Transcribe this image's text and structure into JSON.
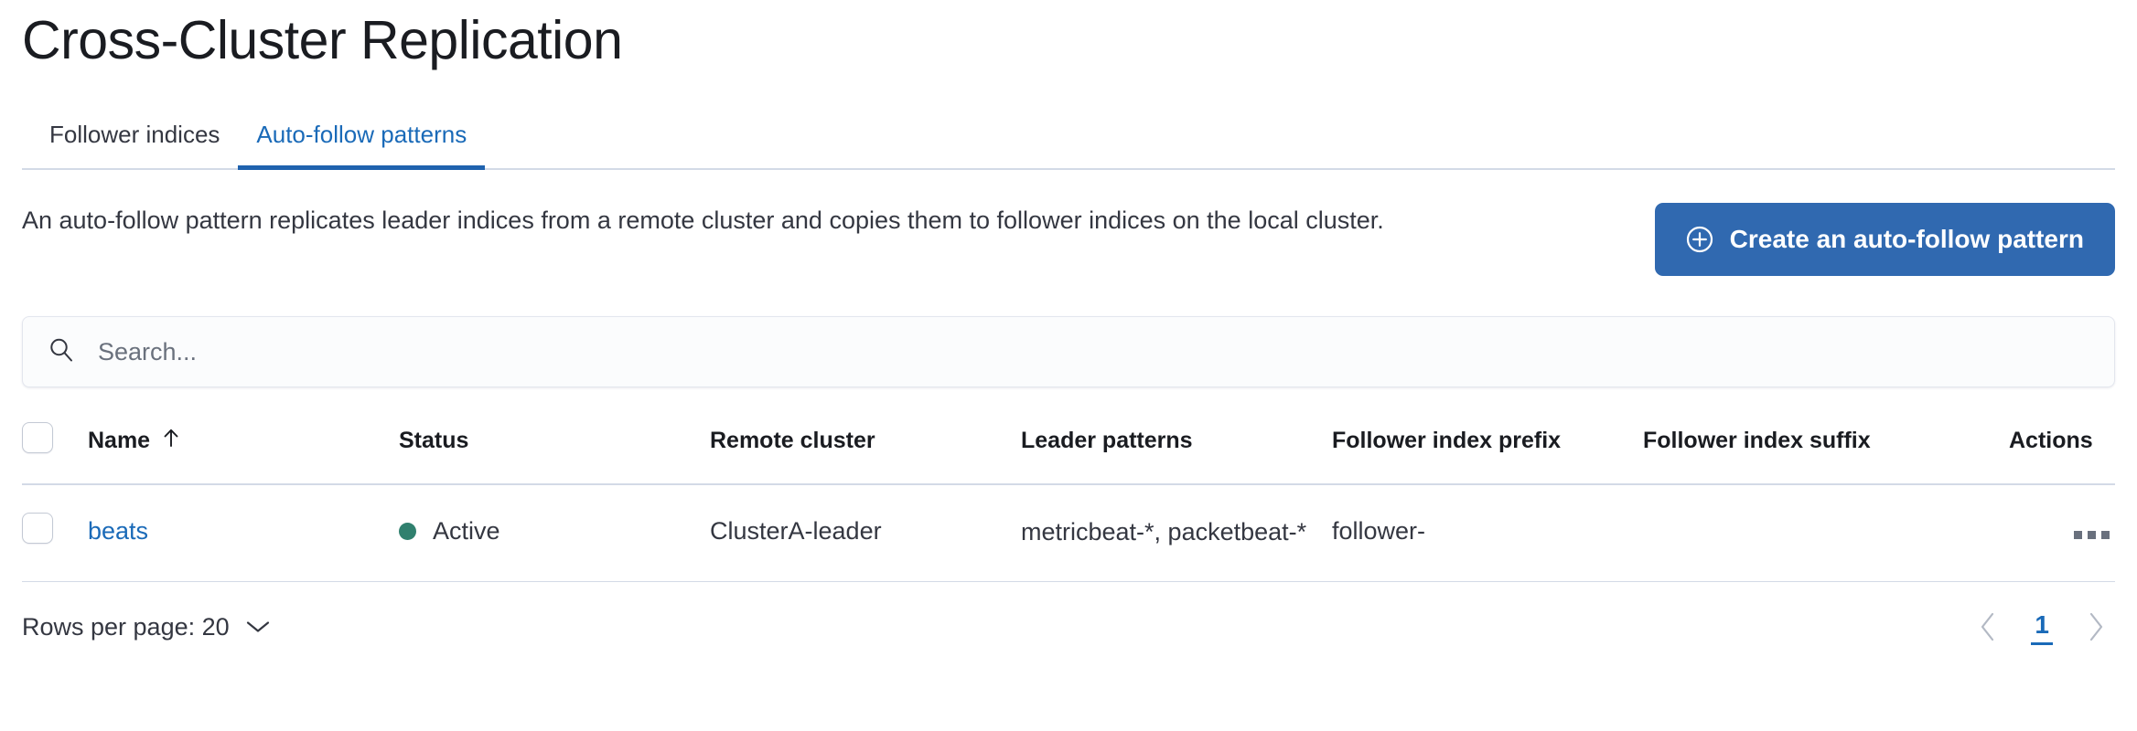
{
  "page_title": "Cross-Cluster Replication",
  "tabs": [
    {
      "label": "Follower indices",
      "active": false
    },
    {
      "label": "Auto-follow patterns",
      "active": true
    }
  ],
  "intro": {
    "description": "An auto-follow pattern replicates leader indices from a remote cluster and copies them to follower indices on the local cluster.",
    "create_button_label": "Create an auto-follow pattern",
    "create_button_icon": "plus-in-circle-icon",
    "create_button_color": "#3069b0"
  },
  "search": {
    "placeholder": "Search...",
    "value": "",
    "icon": "search-icon"
  },
  "table": {
    "columns": [
      "Name",
      "Status",
      "Remote cluster",
      "Leader patterns",
      "Follower index prefix",
      "Follower index suffix",
      "Actions"
    ],
    "sort": {
      "column": "Name",
      "direction": "ascending",
      "icon": "sort-up-arrow-icon"
    },
    "rows": [
      {
        "selected": false,
        "name": "beats",
        "status": "Active",
        "status_color": "#30806e",
        "remote_cluster": "ClusterA-leader",
        "leader_patterns": "metricbeat-*, packetbeat-*",
        "follower_index_prefix": "follower-",
        "follower_index_suffix": "",
        "actions_icon": "more-horizontal-icon"
      }
    ]
  },
  "footer": {
    "rows_per_page_label": "Rows per page: 20",
    "rows_per_page_icon": "chevron-down-icon",
    "pagination": {
      "prev_icon": "chevron-left-icon",
      "next_icon": "chevron-right-icon",
      "current_page": "1"
    }
  }
}
